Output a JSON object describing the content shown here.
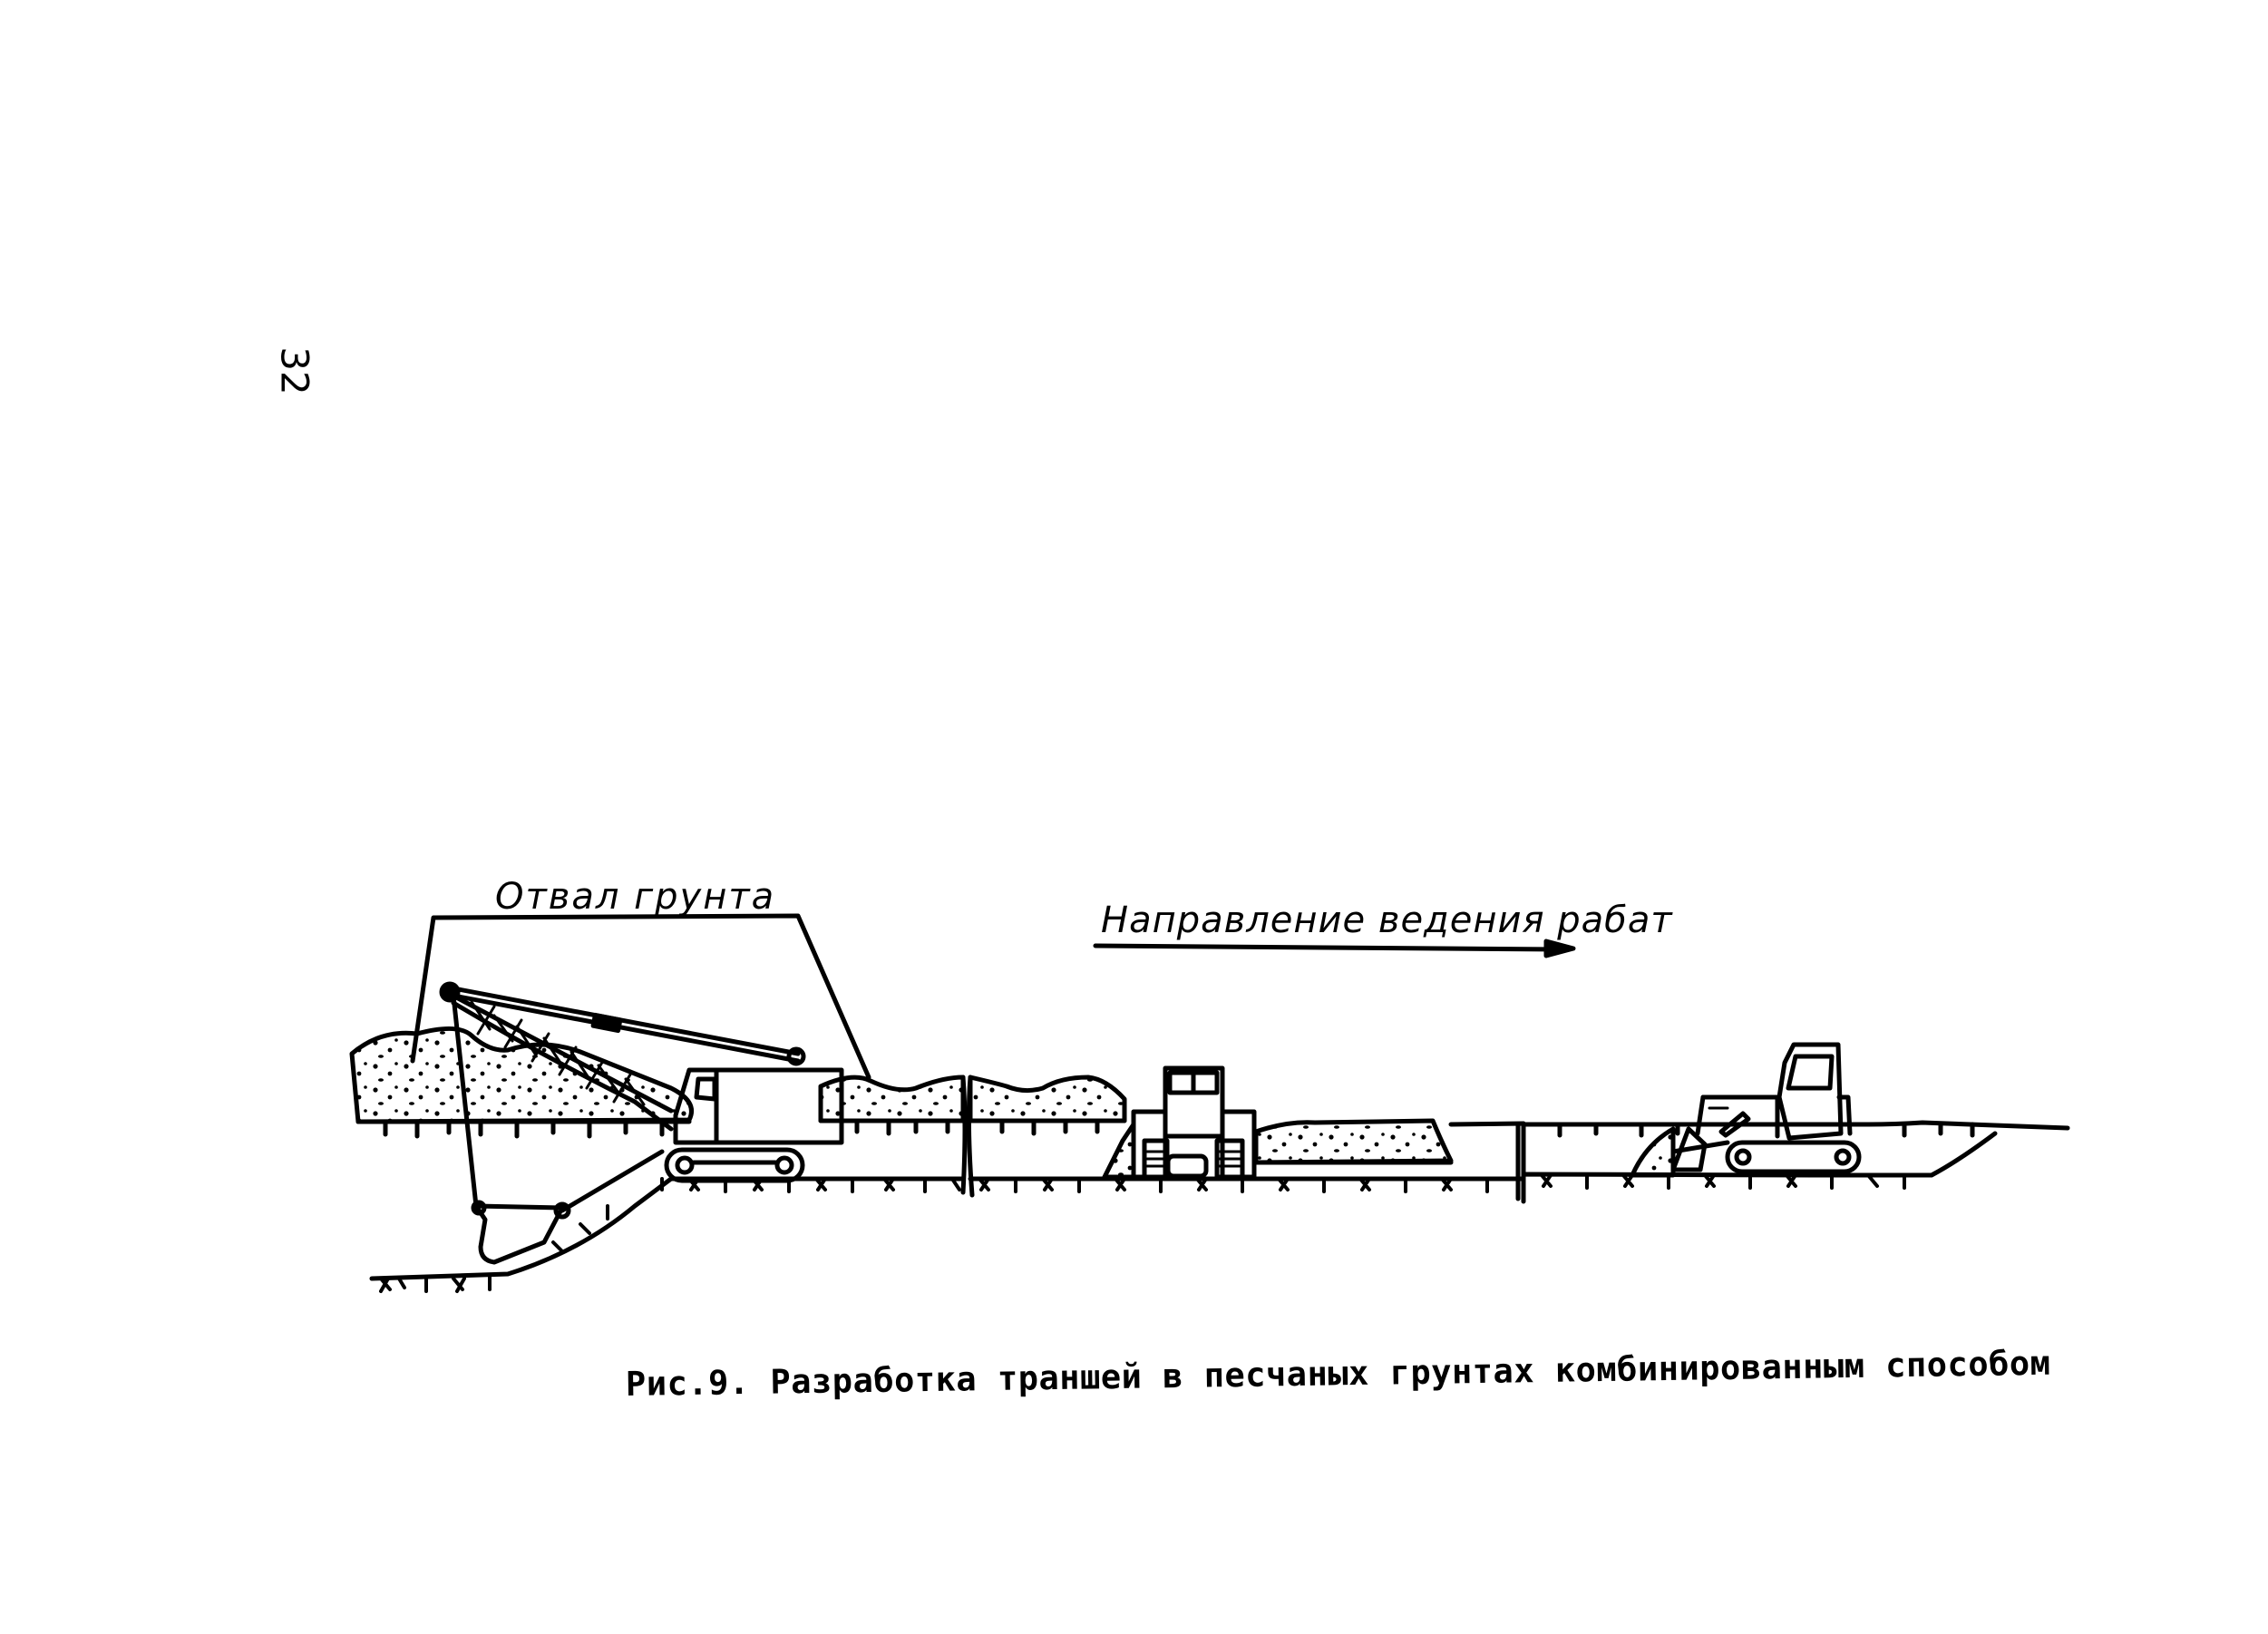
{
  "page": {
    "number": "32"
  },
  "figure": {
    "labels": {
      "spoil": "Отвал грунта",
      "direction": "Направление ведения рабат"
    },
    "caption": "Рис.9. Разработка траншей в песчаных грунтах комбинированным способом",
    "elements": {
      "dragline-excavator": "dragline excavator with lattice boom and bucket at trench bottom",
      "bulldozer-front": "bulldozer seen from front, in trench",
      "bulldozer-side": "bulldozer seen from side, pushing soil",
      "spoil-heaps": "sand spoil heaps along trench",
      "direction-arrow": "arrow pointing right"
    },
    "colors": {
      "ink": "#000000",
      "paper": "#ffffff"
    }
  }
}
